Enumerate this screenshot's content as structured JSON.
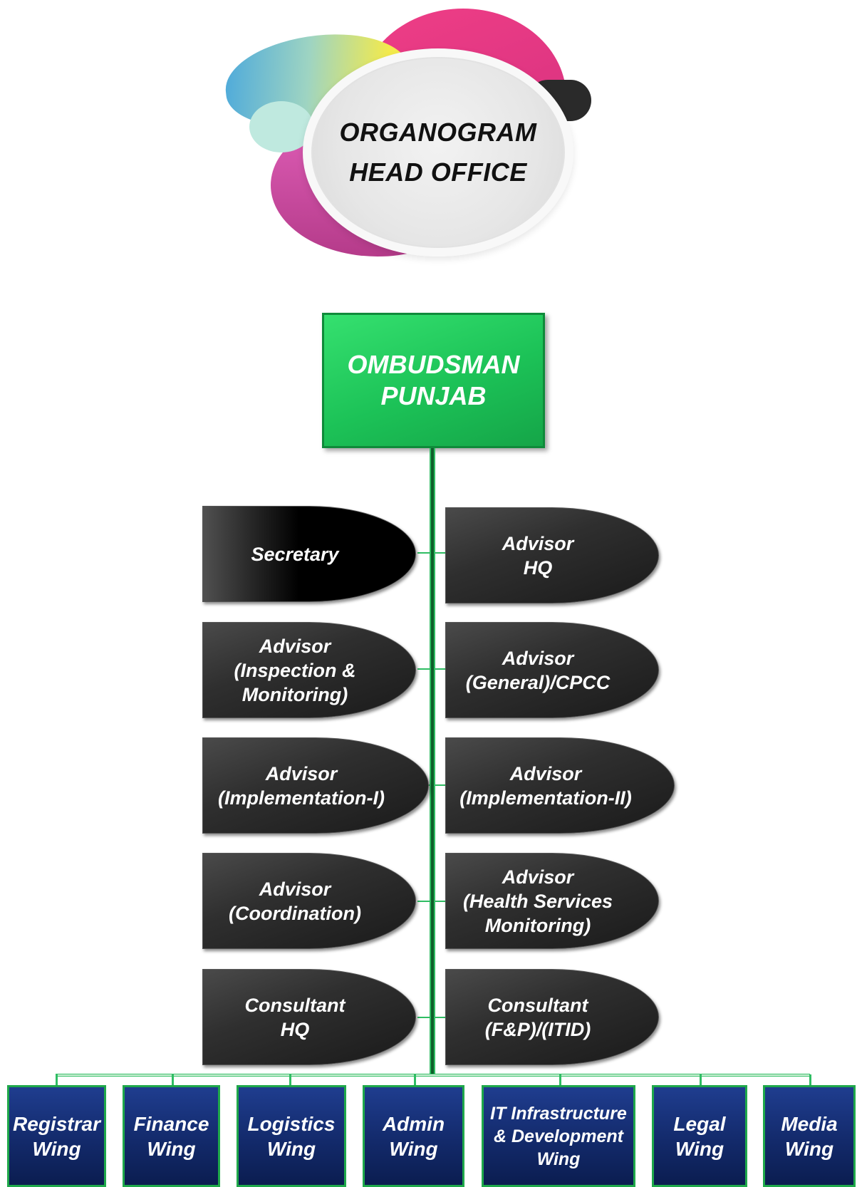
{
  "header": {
    "title_lines": [
      "ORGANOGRAM",
      "HEAD OFFICE"
    ]
  },
  "top": {
    "lines": [
      "OMBUDSMAN",
      "PUNJAB"
    ]
  },
  "roles_left": [
    {
      "lines": [
        "Secretary"
      ]
    },
    {
      "lines": [
        "Advisor",
        "(Inspection &",
        "Monitoring)"
      ]
    },
    {
      "lines": [
        "Advisor",
        "(Implementation-I)"
      ]
    },
    {
      "lines": [
        "Advisor",
        "(Coordination)"
      ]
    },
    {
      "lines": [
        "Consultant",
        "HQ"
      ]
    }
  ],
  "roles_right": [
    {
      "lines": [
        "Advisor",
        "HQ"
      ]
    },
    {
      "lines": [
        "Advisor",
        "(General)/CPCC"
      ]
    },
    {
      "lines": [
        "Advisor",
        "(Implementation-II)"
      ]
    },
    {
      "lines": [
        "Advisor",
        "(Health Services",
        "Monitoring)"
      ]
    },
    {
      "lines": [
        "Consultant",
        "(F&P)/(ITID)"
      ]
    }
  ],
  "wings": [
    {
      "lines": [
        "Registrar",
        "Wing"
      ]
    },
    {
      "lines": [
        "Finance",
        "Wing"
      ]
    },
    {
      "lines": [
        "Logistics",
        "Wing"
      ]
    },
    {
      "lines": [
        "Admin",
        "Wing"
      ]
    },
    {
      "lines": [
        "IT Infrastructure",
        "& Development",
        "Wing"
      ]
    },
    {
      "lines": [
        "Legal",
        "Wing"
      ]
    },
    {
      "lines": [
        "Media",
        "Wing"
      ]
    }
  ],
  "colors": {
    "top_box": "#1cc257",
    "role_box": "#2f2f2f",
    "wing_box": "#132a6b",
    "connector": "#2fbd63"
  }
}
